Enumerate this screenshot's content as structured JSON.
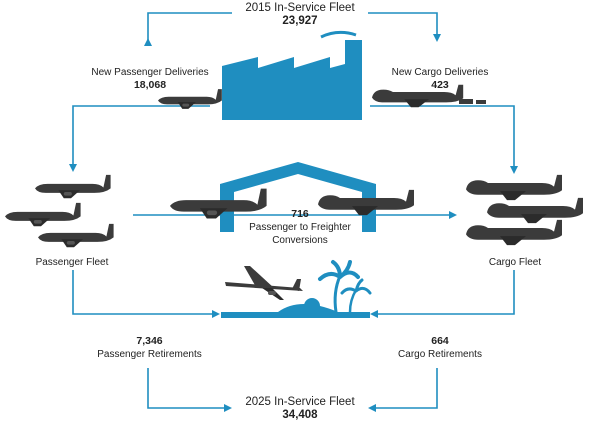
{
  "start_fleet": {
    "label": "2015 In-Service Fleet",
    "value": "23,927"
  },
  "new_passenger": {
    "label": "New Passenger Deliveries",
    "value": "18,068"
  },
  "new_cargo": {
    "label": "New Cargo Deliveries",
    "value": "423"
  },
  "conversions": {
    "value": "716",
    "label_line1": "Passenger to Freighter",
    "label_line2": "Conversions"
  },
  "passenger_fleet": {
    "label": "Passenger Fleet"
  },
  "cargo_fleet": {
    "label": "Cargo Fleet"
  },
  "passenger_retirements": {
    "value": "7,346",
    "label": "Passenger Retirements"
  },
  "cargo_retirements": {
    "value": "664",
    "label": "Cargo Retirements"
  },
  "end_fleet": {
    "label": "2025 In-Service Fleet",
    "value": "34,408"
  },
  "colors": {
    "accent": "#1f8ec0",
    "plane": "#3b3b3b"
  },
  "icons": [
    "factory-icon",
    "hangar-icon",
    "retirement-island-icon",
    "airplane-icon"
  ]
}
